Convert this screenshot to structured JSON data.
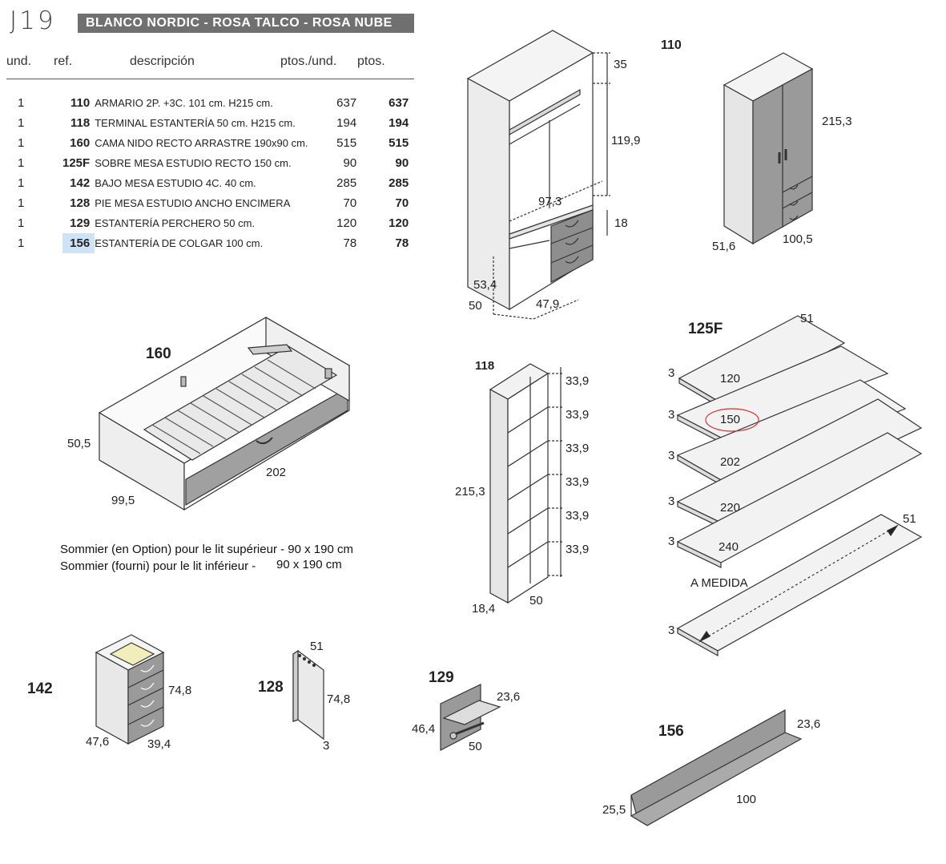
{
  "header": {
    "code": "J19",
    "banner": "BLANCO NORDIC - ROSA TALCO - ROSA NUBE"
  },
  "table": {
    "columns": {
      "und": "und.",
      "ref": "ref.",
      "desc": "descripción",
      "ptos_und": "ptos./und.",
      "ptos": "ptos."
    },
    "rows": [
      {
        "und": "1",
        "ref": "110",
        "desc": "ARMARIO 2P. +3C. 101 cm. H215 cm.",
        "ptos_und": "637",
        "ptos": "637"
      },
      {
        "und": "1",
        "ref": "118",
        "desc": "TERMINAL ESTANTERÍA 50 cm. H215 cm.",
        "ptos_und": "194",
        "ptos": "194"
      },
      {
        "und": "1",
        "ref": "160",
        "desc": "CAMA NIDO RECTO ARRASTRE 190x90 cm.",
        "ptos_und": "515",
        "ptos": "515"
      },
      {
        "und": "1",
        "ref": "125F",
        "desc": "SOBRE MESA ESTUDIO RECTO 150 cm.",
        "ptos_und": "90",
        "ptos": "90"
      },
      {
        "und": "1",
        "ref": "142",
        "desc": "BAJO MESA ESTUDIO 4C. 40 cm.",
        "ptos_und": "285",
        "ptos": "285"
      },
      {
        "und": "1",
        "ref": "128",
        "desc": "PIE MESA ESTUDIO ANCHO ENCIMERA",
        "ptos_und": "70",
        "ptos": "70"
      },
      {
        "und": "1",
        "ref": "129",
        "desc": "ESTANTERÍA PERCHERO 50 cm.",
        "ptos_und": "120",
        "ptos": "120"
      },
      {
        "und": "1",
        "ref": "156",
        "desc": "ESTANTERÍA DE COLGAR 100 cm.",
        "ptos_und": "78",
        "ptos": "78"
      }
    ]
  },
  "wardrobe_open": {
    "d35": "35",
    "d119": "119,9",
    "d97": "97,3",
    "d18": "18",
    "d53": "53,4",
    "d50": "50",
    "d47": "47,9"
  },
  "wardrobe_110": {
    "label": "110",
    "h": "215,3",
    "d": "51,6",
    "w": "100,5"
  },
  "bed_160": {
    "label": "160",
    "h": "50,5",
    "w": "202",
    "d": "99,5"
  },
  "notes": {
    "line1": "Sommier (en Option) pour le lit supérieur - 90 x 190 cm",
    "line2a": "Sommier (fourni) pour le lit inférieur -",
    "line2b": "90 x 190 cm"
  },
  "shelf_118": {
    "label": "118",
    "h": "215,3",
    "d": "18,4",
    "w": "50",
    "spacings": [
      "33,9",
      "33,9",
      "33,9",
      "33,9",
      "33,9",
      "33,9"
    ]
  },
  "desks_125f": {
    "label": "125F",
    "depth": "51",
    "thickness": [
      "3",
      "3",
      "3",
      "3",
      "3",
      "3"
    ],
    "lengths": [
      "120",
      "150",
      "202",
      "220",
      "240"
    ],
    "custom": "A MEDIDA",
    "custom_depth": "51"
  },
  "drawers_142": {
    "label": "142",
    "h": "74,8",
    "d": "47,6",
    "w": "39,4"
  },
  "leg_128": {
    "label": "128",
    "d": "51",
    "h": "74,8",
    "w": "3"
  },
  "shelf_129": {
    "label": "129",
    "d": "23,6",
    "h": "46,4",
    "w": "50"
  },
  "shelf_156": {
    "label": "156",
    "d": "23,6",
    "h": "25,5",
    "w": "100"
  },
  "colors": {
    "banner": "#707070",
    "panel_grey": "#9a9a9a",
    "highlight_circle": "#d33333",
    "selection": "#cfe3f7"
  }
}
